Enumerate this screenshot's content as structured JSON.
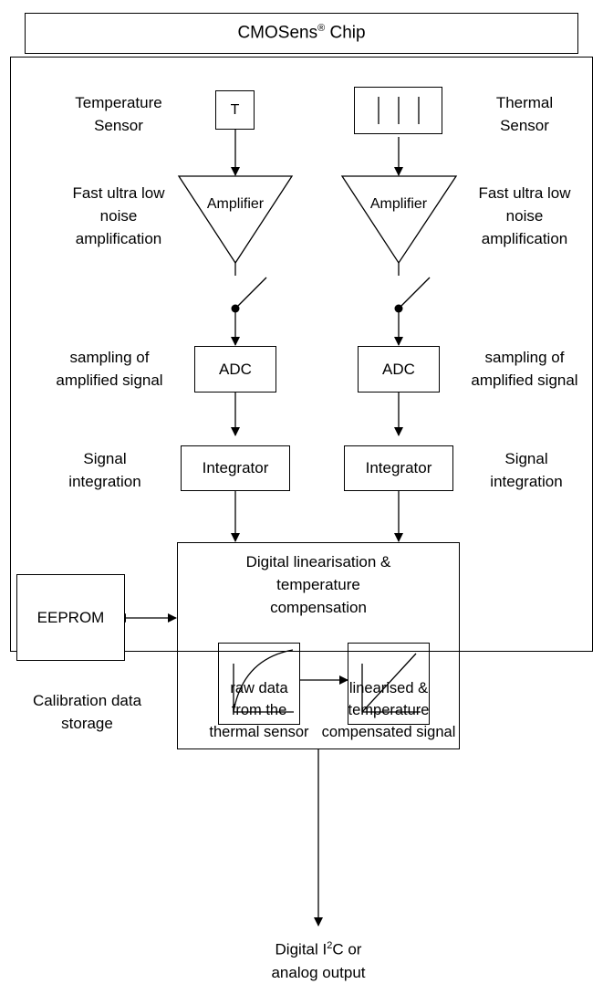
{
  "title": {
    "main": "CMOSens",
    "reg": "®",
    "rest": " Chip"
  },
  "left": {
    "sensor_box": "T",
    "sensor_label": [
      "Temperature",
      "Sensor"
    ],
    "amp_label": [
      "Fast ultra low",
      "noise",
      "amplification"
    ],
    "amplifier": "Amplifier",
    "sampling_label": [
      "sampling of",
      "amplified signal"
    ],
    "adc": "ADC",
    "integ_label": [
      "Signal",
      "integration"
    ],
    "integrator": "Integrator"
  },
  "right": {
    "sensor_label": [
      "Thermal",
      "Sensor"
    ],
    "amp_label": [
      "Fast ultra low",
      "noise",
      "amplification"
    ],
    "amplifier": "Amplifier",
    "sampling_label": [
      "sampling of",
      "amplified signal"
    ],
    "adc": "ADC",
    "integ_label": [
      "Signal",
      "integration"
    ],
    "integrator": "Integrator"
  },
  "digital": {
    "title": [
      "Digital linearisation &",
      "temperature",
      "compensation"
    ],
    "raw_label": [
      "raw data",
      "from the",
      "thermal sensor"
    ],
    "lin_label": [
      "linearised &",
      "temperature",
      "compensated signal"
    ]
  },
  "eeprom": {
    "box": "EEPROM",
    "label": [
      "Calibration data",
      "storage"
    ]
  },
  "output": {
    "pre": "Digital I",
    "sup": "2",
    "post": "C or",
    "line2": "analog output"
  }
}
